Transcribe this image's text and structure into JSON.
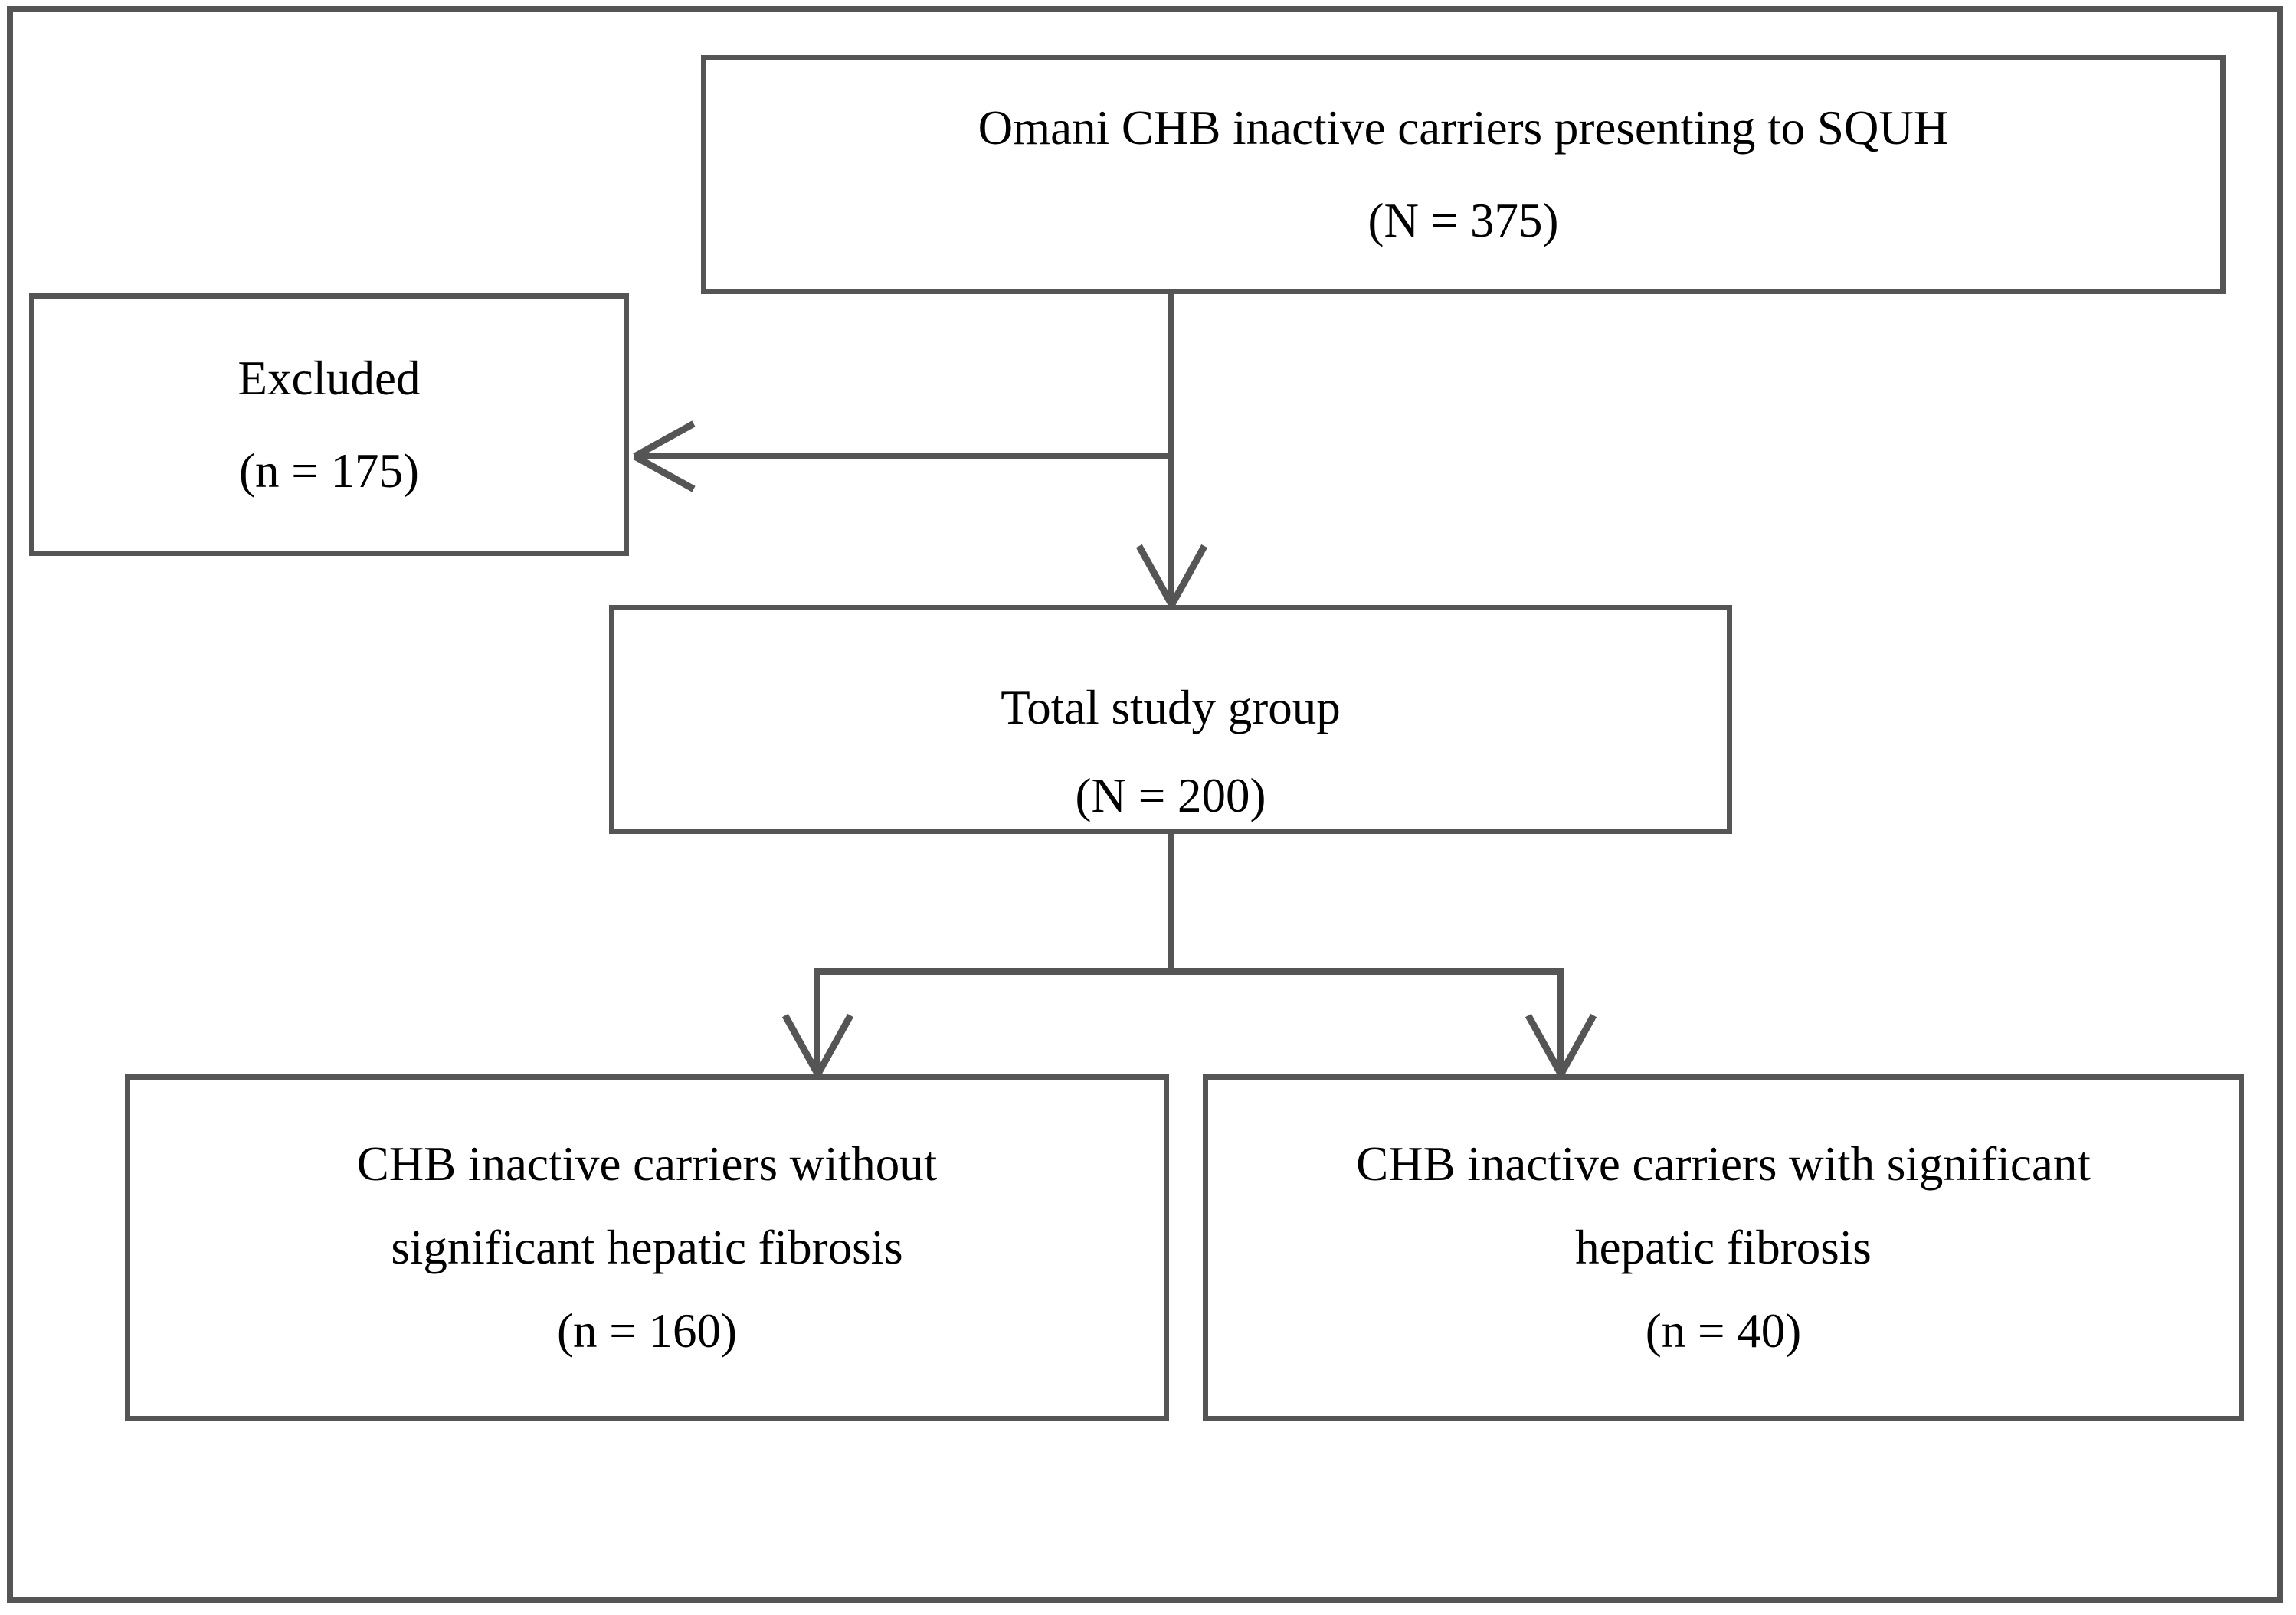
{
  "figure": {
    "type": "study-flow-diagram",
    "stroke_color": "#555555",
    "text_color": "#000000",
    "background": "#ffffff"
  },
  "nodes": {
    "source": {
      "line1": "Omani CHB inactive carriers presenting to SQUH",
      "line2": "(N = 375)",
      "count": 375,
      "count_symbol": "N"
    },
    "excluded": {
      "line1": "Excluded",
      "line2": "(n = 175)",
      "count": 175,
      "count_symbol": "n"
    },
    "total": {
      "line1": "Total study group",
      "line2": "(N = 200)",
      "count": 200,
      "count_symbol": "N"
    },
    "without_fibrosis": {
      "line1": "CHB inactive carriers without",
      "line2": "significant hepatic fibrosis",
      "line3": "(n = 160)",
      "count": 160,
      "count_symbol": "n"
    },
    "with_fibrosis": {
      "line1": "CHB inactive carriers with significant",
      "line2": "hepatic fibrosis",
      "line3": "(n = 40)",
      "count": 40,
      "count_symbol": "n"
    }
  },
  "connectors": [
    {
      "name": "source-to-total",
      "from": "source",
      "to": "total",
      "direction": "down"
    },
    {
      "name": "source-to-excluded",
      "from": "source",
      "to": "excluded",
      "direction": "left"
    },
    {
      "name": "total-to-without-fibrosis",
      "from": "total",
      "to": "without_fibrosis",
      "direction": "down"
    },
    {
      "name": "total-to-with-fibrosis",
      "from": "total",
      "to": "with_fibrosis",
      "direction": "down"
    }
  ]
}
